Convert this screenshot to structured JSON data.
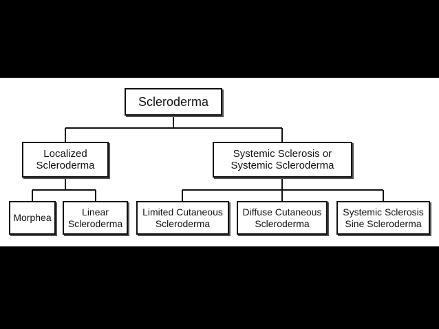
{
  "diagram": {
    "root": {
      "label": "Scleroderma"
    },
    "localized": {
      "line1": "Localized",
      "line2": "Scleroderma"
    },
    "systemic": {
      "line1": "Systemic Sclerosis or",
      "line2": "Systemic Scleroderma"
    },
    "morphea": {
      "line1": "Morphea"
    },
    "linear": {
      "line1": "Linear",
      "line2": "Scleroderma"
    },
    "limited": {
      "line1": "Limited Cutaneous",
      "line2": "Scleroderma"
    },
    "diffuse": {
      "line1": "Diffuse Cutaneous",
      "line2": "Scleroderma"
    },
    "sine": {
      "line1": "Systemic Sclerosis",
      "line2": "Sine Scleroderma"
    }
  },
  "colors": {
    "background": "#000000",
    "panel": "#ffffff",
    "stroke": "#111111"
  }
}
